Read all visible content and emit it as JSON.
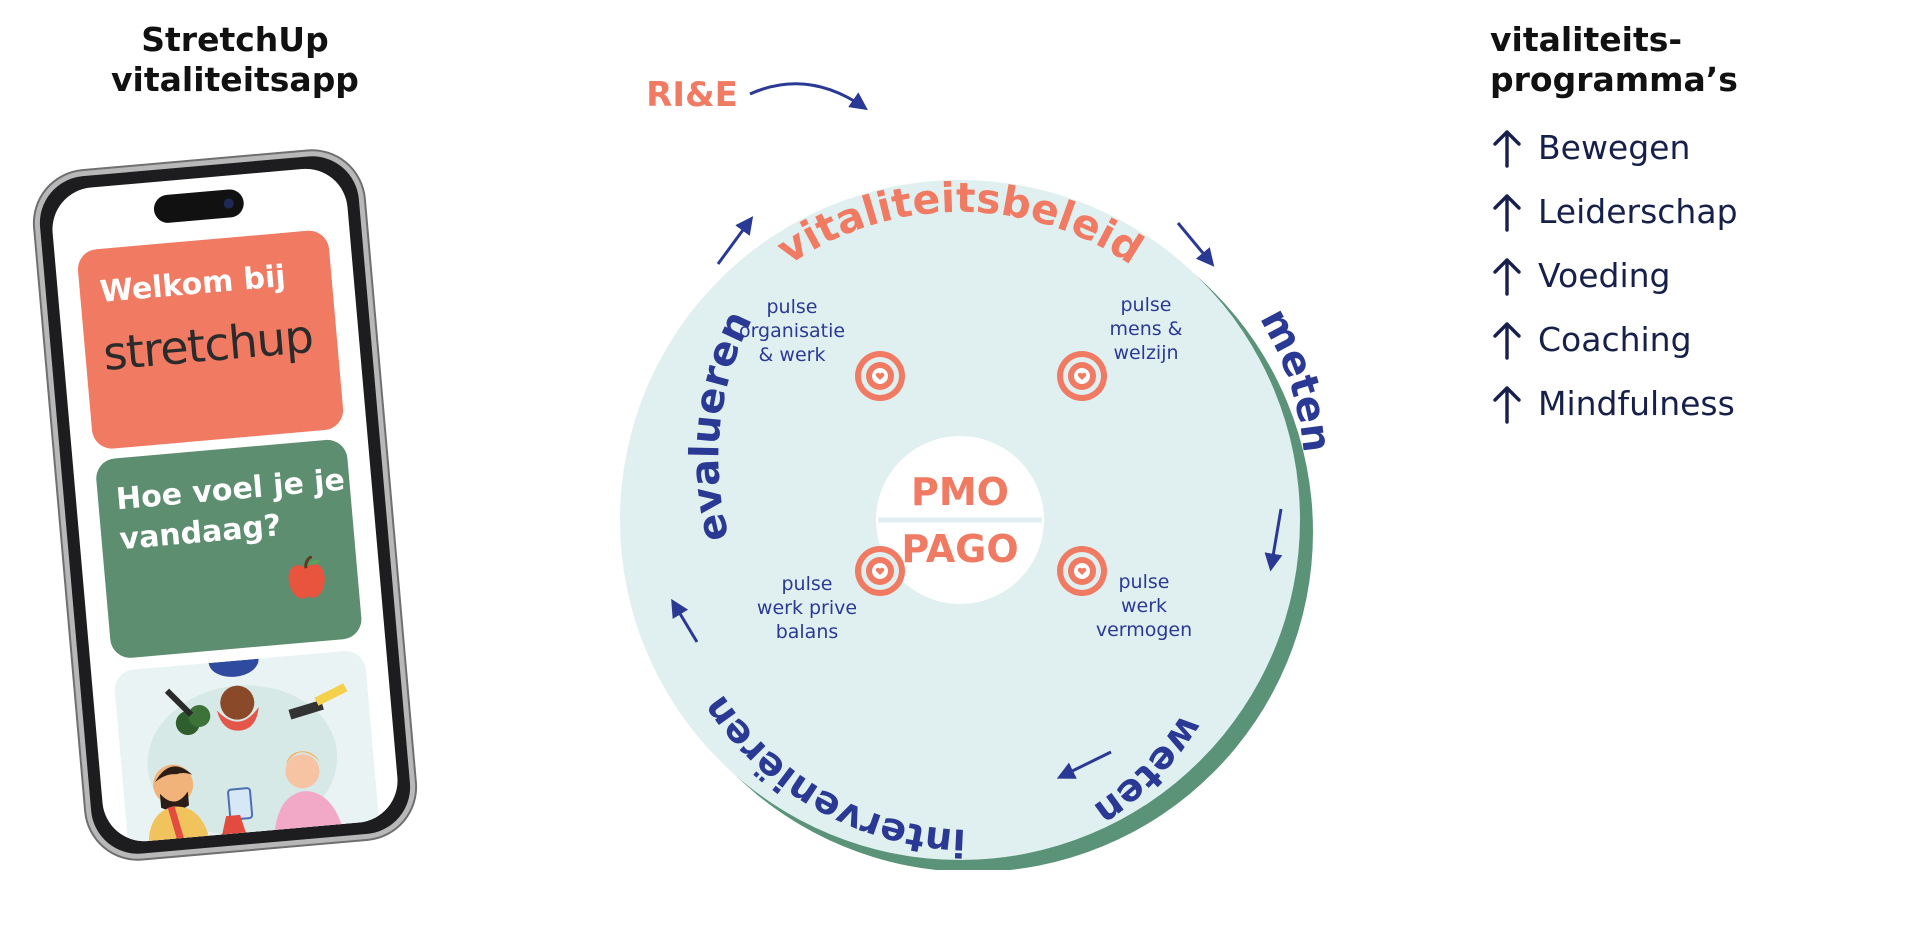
{
  "app": {
    "title_line1": "StretchUp",
    "title_line2": "vitaliteitsapp",
    "welcome": "Welkom bij",
    "logo": "stretchup",
    "feel_question": "Hoe voel je je vandaag?"
  },
  "cycle": {
    "intro": "RI&E",
    "steps": [
      "vitaliteitsbeleid",
      "meten",
      "weten",
      "interveniëren",
      "evalueren"
    ],
    "center_top": "PMO",
    "center_bottom": "PAGO",
    "pulses": [
      {
        "lines": [
          "pulse",
          "organisatie",
          "& werk"
        ]
      },
      {
        "lines": [
          "pulse",
          "mens &",
          "welzijn"
        ]
      },
      {
        "lines": [
          "pulse",
          "werk prive",
          "balans"
        ]
      },
      {
        "lines": [
          "pulse",
          "werk",
          "vermogen"
        ]
      }
    ]
  },
  "programs": {
    "title_line1": "vitaliteits-",
    "title_line2": "programma’s",
    "items": [
      "Bewegen",
      "Leiderschap",
      "Voeding",
      "Coaching",
      "Mindfulness"
    ]
  },
  "colors": {
    "coral": "#f07a62",
    "navy": "#2a3a94",
    "light_teal": "#e0f0f1",
    "green": "#5a9378",
    "dark_text": "#16204a"
  }
}
